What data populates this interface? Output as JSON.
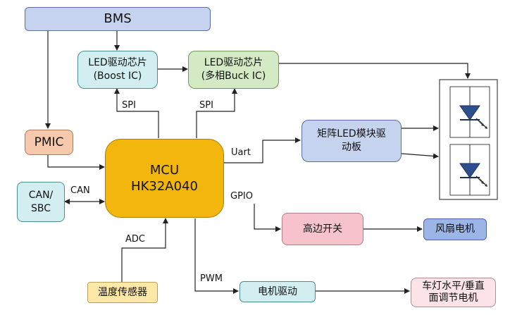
{
  "nodes": {
    "bms": "BMS",
    "led_boost": [
      "LED驱动芯片",
      "(Boost IC)"
    ],
    "led_buck": [
      "LED驱动芯片",
      "(多相Buck IC)"
    ],
    "pmic": "PMIC",
    "mcu": [
      "MCU",
      "HK32A040"
    ],
    "can_sbc": [
      "CAN/",
      "SBC"
    ],
    "matrix_led": [
      "矩阵LED模块驱",
      "动板"
    ],
    "high_side": "高边开关",
    "fan_motor": "风扇电机",
    "temp_sensor": "温度传感器",
    "motor_drive": "电机驱动",
    "lamp_leveling": [
      "车灯水平/垂直",
      "面调节电机"
    ]
  },
  "edge_labels": {
    "spi_left": "SPI",
    "spi_right": "SPI",
    "uart": "Uart",
    "can": "CAN",
    "gpio": "GPIO",
    "adc": "ADC",
    "pwm": "PWM"
  },
  "colors": {
    "bms": "#c6d3ef",
    "led_driver_boost": "#d2eef1",
    "led_driver_buck": "#d4eac5",
    "pmic": "#f6c9ad",
    "mcu": "#f3b60c",
    "can_sbc": "#d2eef1",
    "matrix_led": "#c6d3ef",
    "high_side": "#f6c3cc",
    "fan_motor": "#9bb5e6",
    "temp_sensor": "#fde8a8",
    "motor_drive": "#d2eef1",
    "lamp_leveling": "#fbe3e7"
  },
  "icons": [
    "led-diode-icon",
    "led-diode-icon"
  ]
}
